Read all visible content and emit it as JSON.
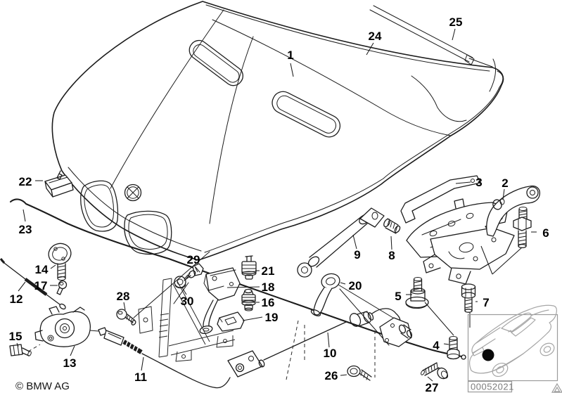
{
  "diagram": {
    "callouts": {
      "c1": "1",
      "c2": "2",
      "c3": "3",
      "c4": "4",
      "c5": "5",
      "c6": "6",
      "c7": "7",
      "c8": "8",
      "c9": "9",
      "c10": "10",
      "c11": "11",
      "c12": "12",
      "c13": "13",
      "c14": "14",
      "c15": "15",
      "c16": "16",
      "c17": "17",
      "c18": "18",
      "c19": "19",
      "c20": "20",
      "c21": "21",
      "c22": "22",
      "c23": "23",
      "c24": "24",
      "c25": "25",
      "c26": "26",
      "c27": "27",
      "c28": "28",
      "c29": "29",
      "c30": "30"
    },
    "footer": {
      "copyright": "© BMW AG"
    },
    "inset": {
      "part_code": "00052021"
    },
    "colors": {
      "line": "#1c1c1c",
      "inset_line": "#9b9b9b",
      "code_text": "#7c7c7c"
    }
  }
}
